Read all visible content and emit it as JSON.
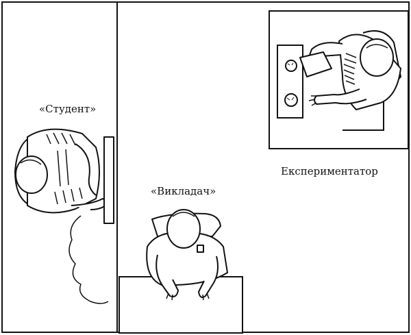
{
  "labels": {
    "student": "«Студент»",
    "teacher": "«Викладач»",
    "experimenter": "Експериментатор"
  },
  "colors": {
    "line": "#111111",
    "fill": "#ffffff"
  }
}
